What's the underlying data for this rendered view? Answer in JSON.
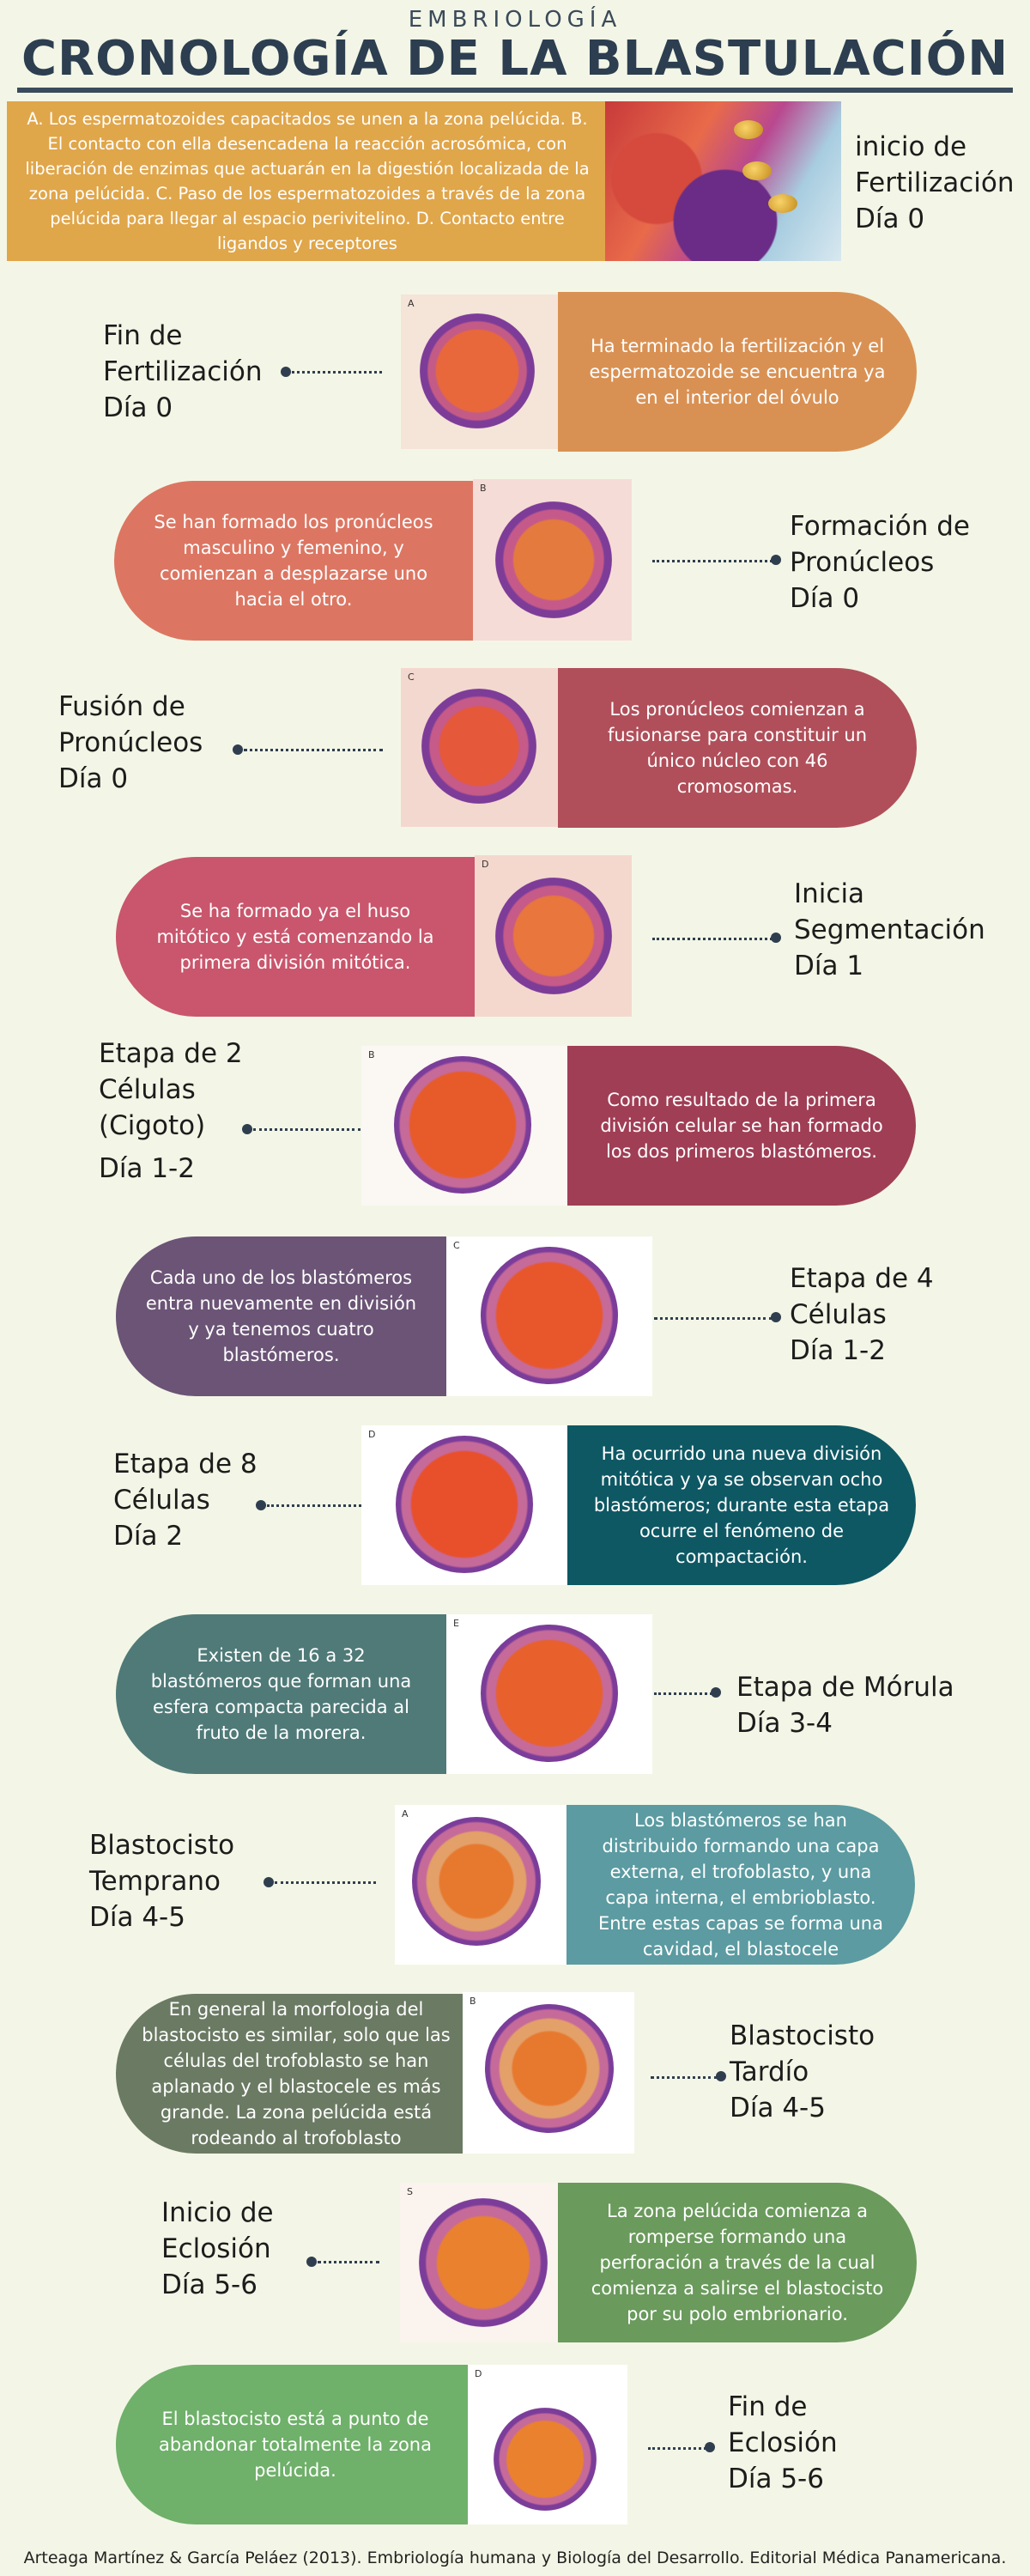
{
  "header": {
    "subtitle": "EMBRIOLOGÍA",
    "title": "CRONOLOGÍA  DE LA BLASTULACIÓN"
  },
  "intro": {
    "text": "A. Los espermatozoides capacitados se unen a la zona pelúcida. B. El contacto con ella desencadena la reacción acrosómica, con liberación de enzimas que actuarán en la digestión localizada de la zona pelúcida. C. Paso de los espermatozoides a través de la zona pelúcida para llegar al espacio perivitelino. D. Contacto entre ligandos y receptores",
    "heading": "inicio de Fertilización",
    "day": "Día 0"
  },
  "stages": [
    {
      "heading": "Fin de Fertilización",
      "day": "Día 0",
      "letter": "A",
      "description": "Ha terminado la fertilización y el espermatozoide se encuentra ya en el interior del óvulo",
      "color": "#d99153"
    },
    {
      "heading": "Formación de Pronúcleos",
      "day": "Día 0",
      "letter": "B",
      "description": "Se han formado los pronúcleos masculino y femenino, y comienzan a desplazarse uno hacia el otro.",
      "color": "#dc7662"
    },
    {
      "heading": "Fusión de Pronúcleos",
      "day": "Día 0",
      "letter": "C",
      "description": "Los pronúcleos comienzan a fusionarse para constituir un único núcleo con 46 cromosomas.",
      "color": "#b04f5a"
    },
    {
      "heading": "Inicia Segmentación",
      "day": "Día 1",
      "letter": "D",
      "description": "Se ha formado ya el huso mitótico y está comenzando la primera división mitótica.",
      "color": "#c9566c"
    },
    {
      "heading": "Etapa de 2 Células (Cigoto)",
      "day": "Día 1-2",
      "letter": "B",
      "description": "Como resultado de la primera división celular se han formado los dos primeros blastómeros.",
      "color": "#a03e55"
    },
    {
      "heading": "Etapa de 4 Células",
      "day": "Día 1-2",
      "letter": "C",
      "description": "Cada uno de los blastómeros entra nuevamente en división y ya tenemos cuatro blastómeros.",
      "color": "#6b5476"
    },
    {
      "heading": "Etapa de 8 Células",
      "day": "Día 2",
      "letter": "D",
      "description": "Ha ocurrido una nueva división mitótica y ya se observan ocho blastómeros; durante esta etapa ocurre el fenómeno de compactación.",
      "color": "#0e5864"
    },
    {
      "heading": "Etapa de Mórula",
      "day": "Día 3-4",
      "letter": "E",
      "description": "Existen de 16 a 32 blastómeros que forman una esfera compacta parecida al fruto de la morera.",
      "color": "#4f7a78"
    },
    {
      "heading": "Blastocisto Temprano",
      "day": "Día 4-5",
      "letter": "A",
      "description": "Los blastómeros se han distribuido formando una capa externa, el trofoblasto, y una capa interna, el embrioblasto. Entre estas capas se forma una cavidad, el blastocele",
      "color": "#5b9ba1"
    },
    {
      "heading": "Blastocisto Tardío",
      "day": "Día 4-5",
      "letter": "B",
      "description": "En general la morfologia del blastocisto es similar, solo que las células del trofoblasto se han aplanado y el blastocele es más grande. La zona pelúcida está rodeando al trofoblasto",
      "color": "#6b7a63"
    },
    {
      "heading": "Inicio de Eclosión",
      "day": "Día 5-6",
      "letter": "S",
      "description": "La zona pelúcida comienza a romperse formando una perforación a través de la cual comienza a salirse el blastocisto por su polo embrionario.",
      "color": "#6a9a5c"
    },
    {
      "heading": "Fin de Eclosión",
      "day": "Día 5-6",
      "letter": "D",
      "description": "El blastocisto está a punto de abandonar totalmente la zona pelúcida.",
      "color": "#6fb06a"
    }
  ],
  "footer": {
    "citation": "Arteaga Martínez & García Peláez (2013). Embriología humana y Biología del Desarrollo. Editorial Médica Panamericana."
  }
}
